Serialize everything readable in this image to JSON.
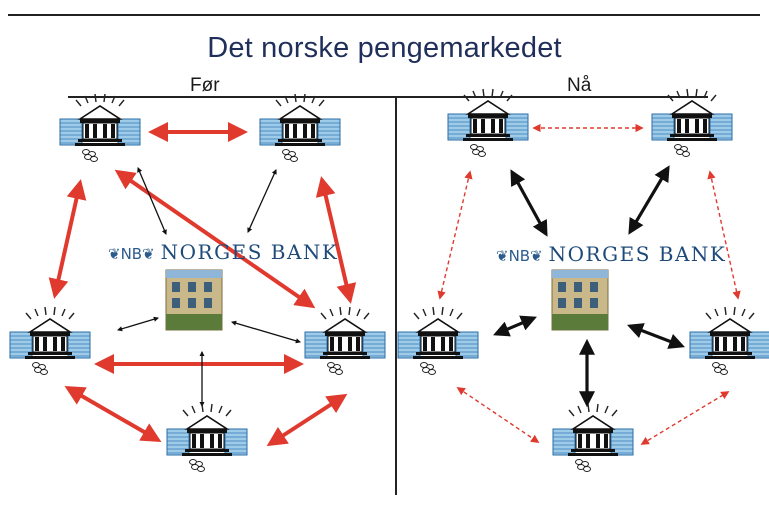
{
  "title": "Det norske pengemarkedet",
  "panels": {
    "left": {
      "label": "Før"
    },
    "right": {
      "label": "Nå"
    }
  },
  "central_bank": {
    "mark": "❦NB❦",
    "name": "NORGES BANK"
  },
  "colors": {
    "interbank": "#e03a2f",
    "central_bank_link": "#111111",
    "title": "#1f2f5a",
    "bank_blue": "#4a90c8"
  },
  "icons": [
    "bank-building-icon",
    "norges-bank-building-icon"
  ]
}
